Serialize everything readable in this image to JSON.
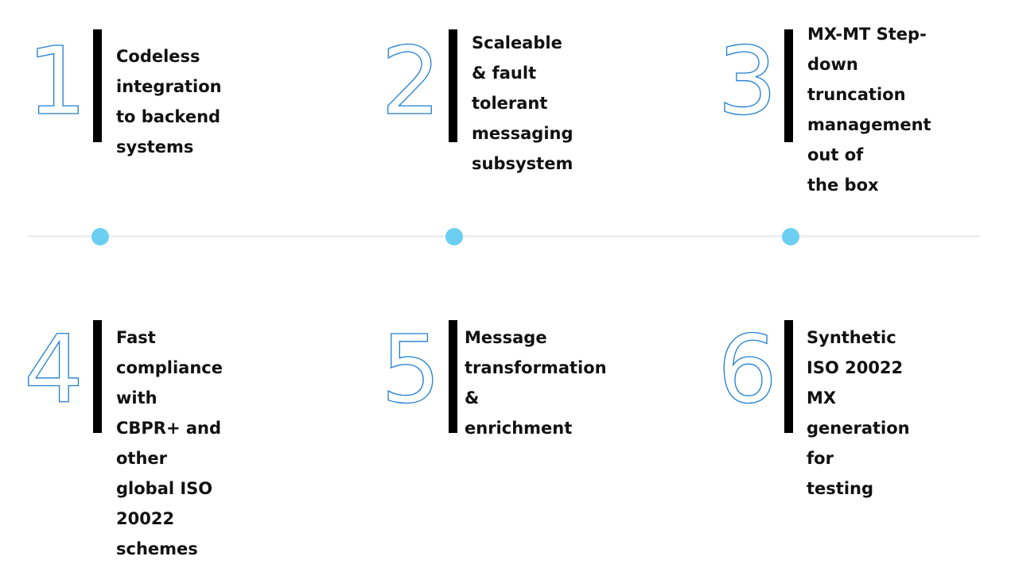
{
  "colors": {
    "number_outline": "#1f7fd1",
    "bar": "#000000",
    "timeline": "#eeeeee",
    "dot": "#6ccff1",
    "text": "#111111"
  },
  "features": [
    {
      "number": "1",
      "text": "Codeless integration\nto backend systems"
    },
    {
      "number": "2",
      "text": "Scaleable & fault\ntolerant messaging\nsubsystem"
    },
    {
      "number": "3",
      "text": "MX-MT Step-down\ntruncation\nmanagement out of\nthe box"
    },
    {
      "number": "4",
      "text": "Fast compliance with\nCBPR+ and other\nglobal ISO 20022\nschemes"
    },
    {
      "number": "5",
      "text": "Message\ntransformation &\nenrichment"
    },
    {
      "number": "6",
      "text": "Synthetic ISO 20022\nMX generation for\ntesting"
    }
  ]
}
